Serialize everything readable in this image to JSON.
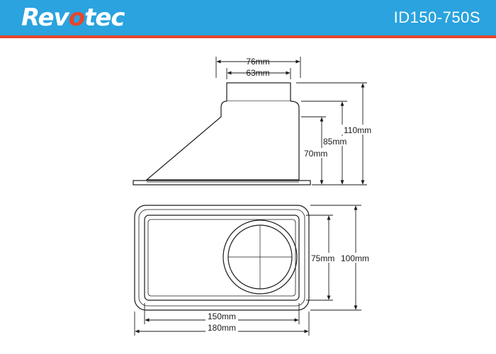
{
  "header": {
    "brand_parts": [
      "Rev",
      "o",
      "tec"
    ],
    "model": "ID150-750S",
    "colors": {
      "header": "#2aa3df",
      "accent": "#e8452c",
      "text": "#ffffff"
    }
  },
  "dimensions": {
    "outlet_outer": "76mm",
    "outlet_inner": "63mm",
    "height_total": "110mm",
    "height_mid": "85mm",
    "height_body": "70mm",
    "depth_inner": "75mm",
    "depth_outer": "100mm",
    "width_inner": "150mm",
    "width_outer": "180mm"
  }
}
